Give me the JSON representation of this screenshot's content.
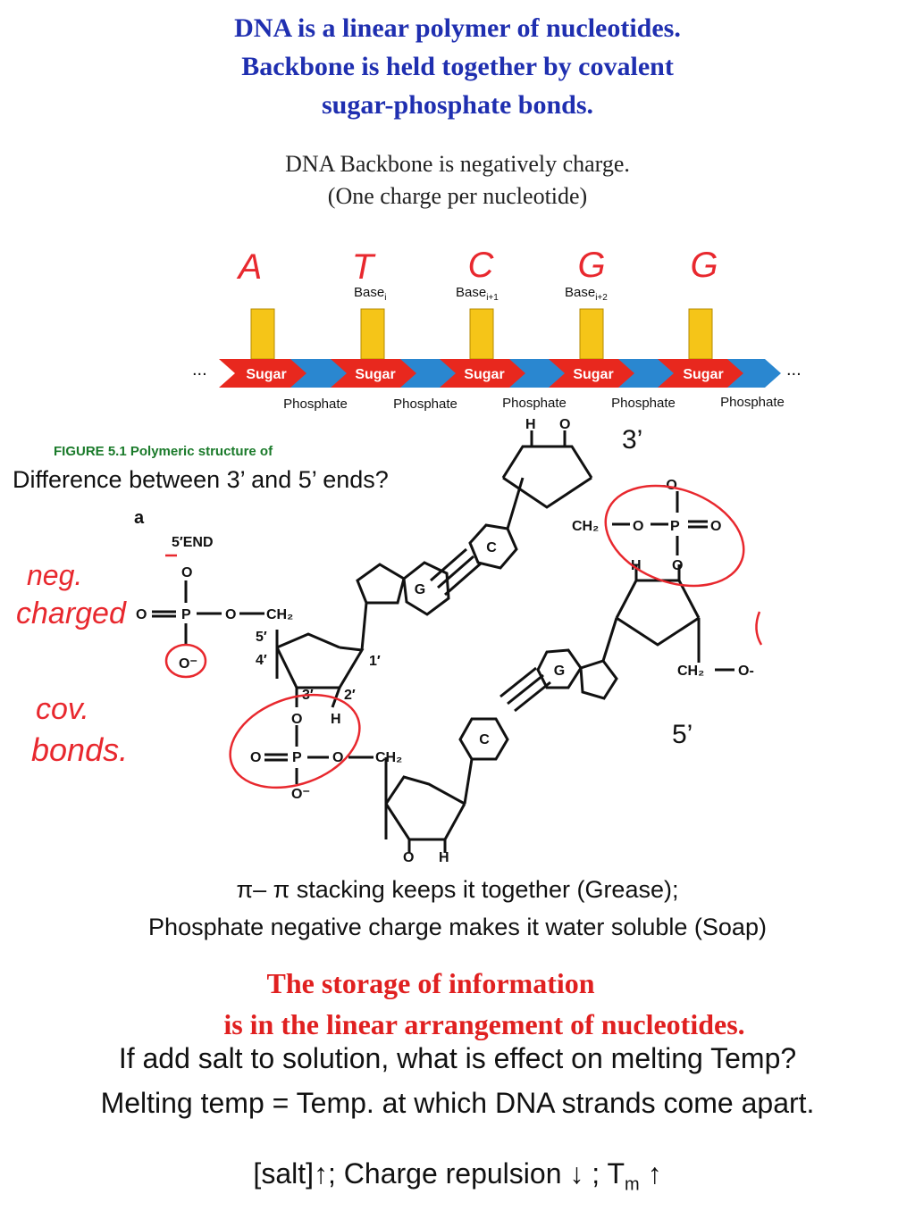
{
  "title": {
    "line1": "DNA is a linear polymer of nucleotides.",
    "line2": "Backbone is held together by covalent",
    "line3": "sugar-phosphate bonds."
  },
  "subtitle": {
    "line1": "DNA Backbone is negatively charge.",
    "line2": "(One charge per nucleotide)"
  },
  "polymer": {
    "bases": [
      {
        "letter": "A",
        "label": "",
        "sub": ""
      },
      {
        "letter": "T",
        "label": "Base",
        "sub": "i"
      },
      {
        "letter": "C",
        "label": "Base",
        "sub": "i+1"
      },
      {
        "letter": "G",
        "label": "Base",
        "sub": "i+2"
      },
      {
        "letter": "G",
        "label": "",
        "sub": ""
      }
    ],
    "sugar_label": "Sugar",
    "phosphate_label": "Phosphate",
    "ellipsis": "...",
    "colors": {
      "sugar": "#e8281e",
      "phosphate": "#2a87d0",
      "base": "#f5c518",
      "handwriting": "#e8282e"
    }
  },
  "figure_caption": "FIGURE 5.1  Polymeric structure of",
  "question_ends": "Difference between 3’ and 5’ ends?",
  "end_label_3": "3’",
  "end_label_5": "5’",
  "structure": {
    "panel_label": "a",
    "end_label": "5′END",
    "handwriting": {
      "neg1": "neg.",
      "neg2": "charged",
      "cov1": "cov.",
      "cov2": "bonds."
    },
    "rings": [
      "G",
      "C",
      "C",
      "G"
    ],
    "atoms": {
      "O": "O",
      "O_minus": "O⁻",
      "P": "P",
      "CH2": "CH₂",
      "H": "H",
      "n5": "5′",
      "n4": "4′",
      "n3": "3′",
      "n2": "2′",
      "n1": "1′",
      "O_minus_top": "-O",
      "O_bot": "O-"
    }
  },
  "stacking": {
    "line1": "π– π stacking keeps it together (Grease);",
    "line2": "Phosphate negative charge makes it water soluble (Soap)"
  },
  "storage": {
    "line1": "The storage of information",
    "line2": "is in the linear arrangement of nucleotides."
  },
  "salt": {
    "line1": "If add salt to solution, what is effect on melting Temp?",
    "line2": "Melting temp = Temp. at which DNA strands come apart."
  },
  "answer": {
    "prefix": "[salt]↑;  Charge repulsion ↓ ; T",
    "sub": "m",
    "suffix": " ↑"
  }
}
